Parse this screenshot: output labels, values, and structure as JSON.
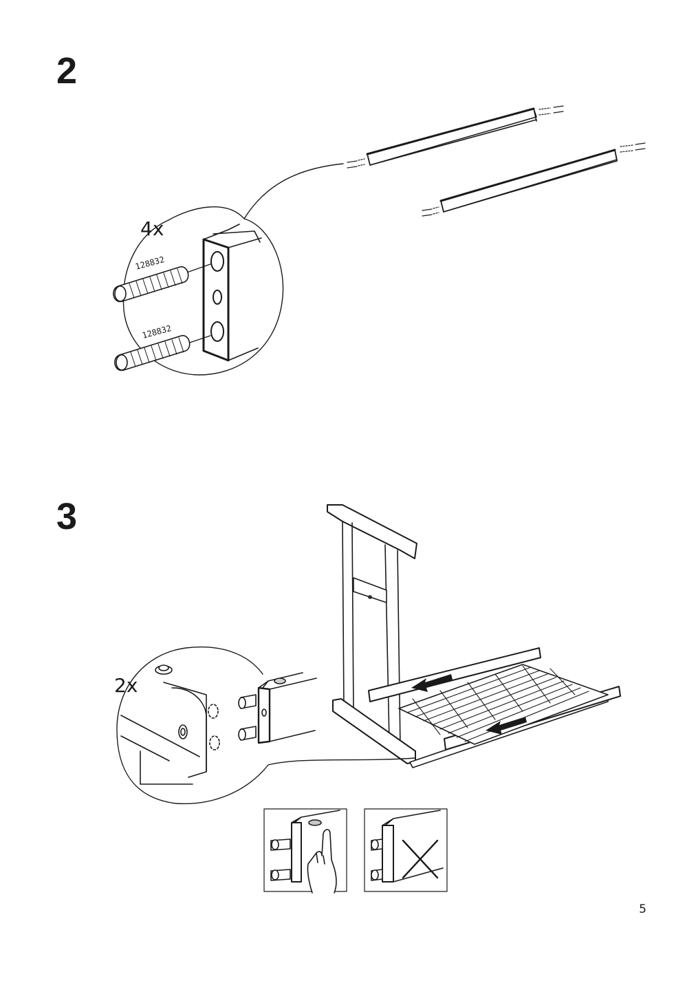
{
  "page": {
    "number": "5"
  },
  "steps": [
    {
      "number": "2",
      "quantity": "4x",
      "part_numbers": [
        "128832",
        "128832"
      ],
      "parts": [
        "rail",
        "rail",
        "dowel",
        "dowel"
      ]
    },
    {
      "number": "3",
      "quantity": "2x",
      "checks": [
        {
          "state": "correct",
          "icon": "hand-press-icon"
        },
        {
          "state": "incorrect",
          "icon": "cross-icon"
        }
      ]
    }
  ]
}
